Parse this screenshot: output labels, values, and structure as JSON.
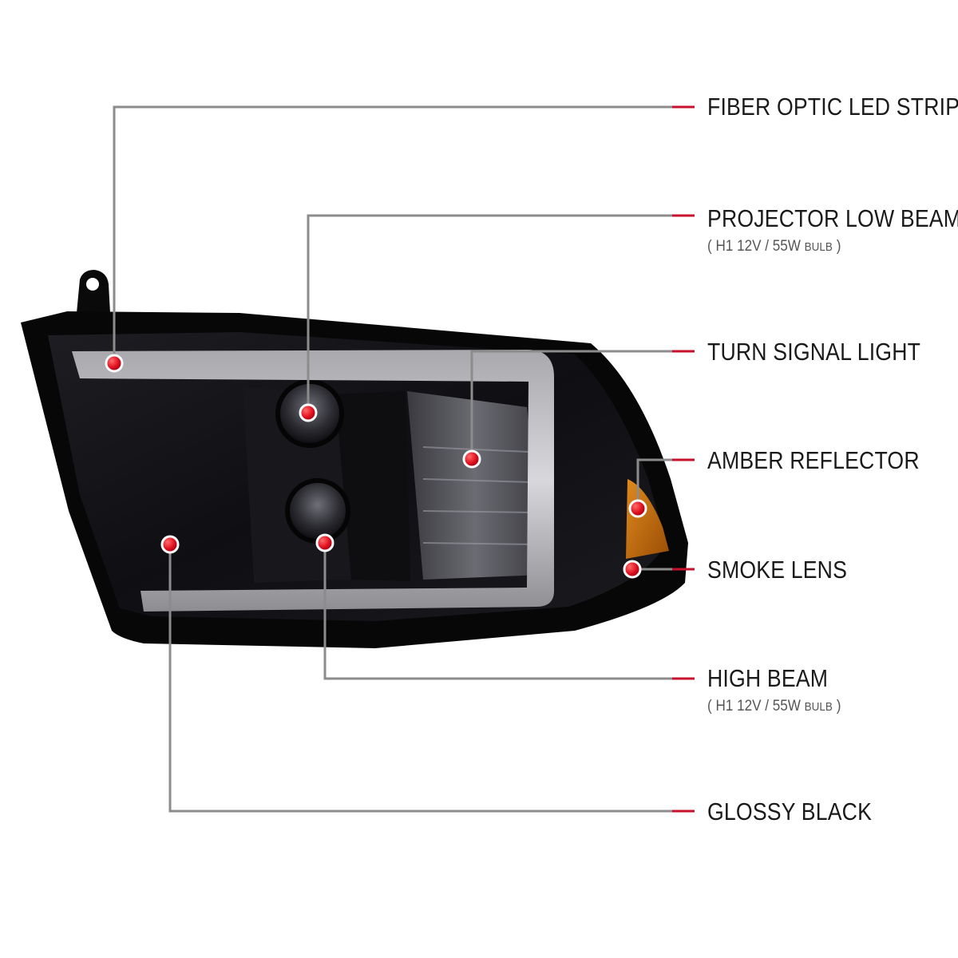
{
  "product": {
    "accent_color": "#c8102e",
    "leader_line_color": "#8c8c8c",
    "lens_tint": "#121216",
    "housing_color": "#070708",
    "reflector_color": "#c46a0a"
  },
  "callouts": [
    {
      "id": "fiber-optic-led-strip",
      "label": "FIBER OPTIC LED STRIP"
    },
    {
      "id": "projector-low-beam",
      "label": "PROJECTOR LOW BEAM",
      "spec": {
        "open": "(",
        "bulb_type": "H1",
        "rating": "12V / 55W",
        "unit": "BULB",
        "close": ")"
      }
    },
    {
      "id": "turn-signal-light",
      "label": "TURN SIGNAL LIGHT"
    },
    {
      "id": "amber-reflector",
      "label": "AMBER REFLECTOR"
    },
    {
      "id": "smoke-lens",
      "label": "SMOKE LENS"
    },
    {
      "id": "high-beam",
      "label": "HIGH BEAM",
      "spec": {
        "open": "(",
        "bulb_type": "H1",
        "rating": "12V / 55W",
        "unit": "BULB",
        "close": ")"
      }
    },
    {
      "id": "glossy-black",
      "label": "GLOSSY BLACK"
    }
  ]
}
